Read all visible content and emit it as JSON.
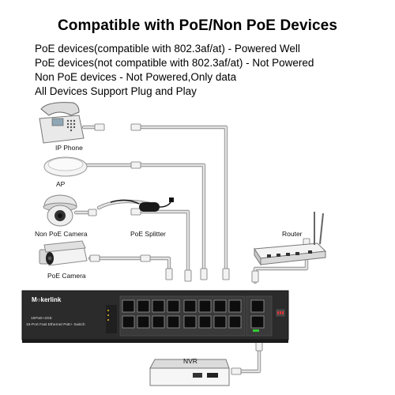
{
  "title": "Compatible with PoE/Non PoE Devices",
  "notes": [
    "PoE devices(compatible with 802.3af/at) - Powered Well",
    "PoE devices(not compatible with 802.3af/at) - Not Powered",
    "Non PoE devices - Not Powered,Only data",
    "All Devices Support Plug and Play"
  ],
  "devices": {
    "ip_phone": "IP Phone",
    "ap": "AP",
    "non_poe_camera": "Non PoE Camera",
    "poe_splitter": "PoE Splitter",
    "poe_camera": "PoE Camera",
    "router": "Router",
    "nvr": "NVR"
  },
  "switch": {
    "brand": "M○kerlink",
    "model": "16PoE+2GE",
    "description": "16-Port Fast Ethernet PoE+ Switch"
  },
  "colors": {
    "switch_body": "#2a2a2a",
    "cable": "#d9d9d9",
    "cable_outline": "#8c8c8c",
    "device_light": "#eeeeee"
  }
}
